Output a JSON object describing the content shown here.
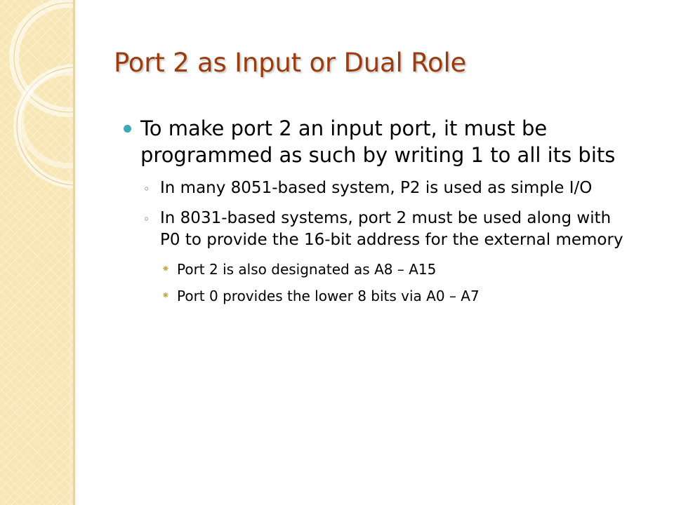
{
  "slide": {
    "title": "Port 2 as Input or Dual Role",
    "bullets": [
      {
        "level": 1,
        "text": "To make port 2 an input port, it must be programmed as such by writing 1 to all its bits"
      },
      {
        "level": 2,
        "text": "In many 8051-based system, P2 is used as simple I/O"
      },
      {
        "level": 2,
        "text": "In 8031-based systems, port 2 must be used along with P0 to provide the 16-bit address for the external memory"
      },
      {
        "level": 3,
        "text": "Port 2 is also designated as A8 – A15"
      },
      {
        "level": 3,
        "text": "Port 0 provides the lower 8 bits via A0 – A7"
      }
    ]
  },
  "theme": {
    "title_color": "#9b3c0f",
    "accent_color": "#3ea8ba",
    "panel_color": "#f8e6b4"
  }
}
